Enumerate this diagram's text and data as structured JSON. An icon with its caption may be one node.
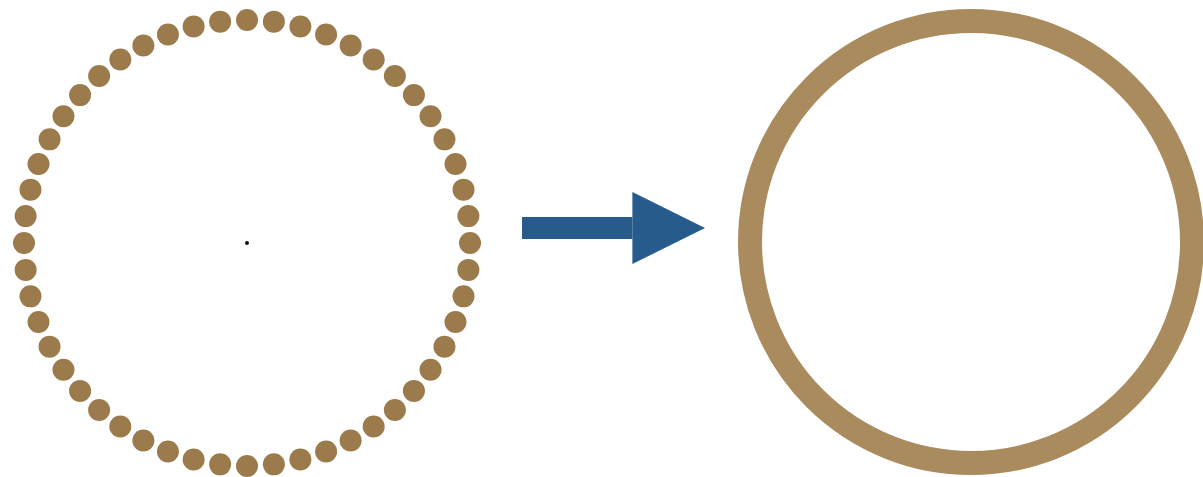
{
  "diagram": {
    "nodes": [
      {
        "text": [],
        "shape": "circle"
      },
      {
        "text": [],
        "shape": "circle"
      }
    ],
    "edges": [
      {
        "from": 0,
        "to": 1,
        "arrow": "to",
        "color": "#265b8c"
      }
    ]
  }
}
